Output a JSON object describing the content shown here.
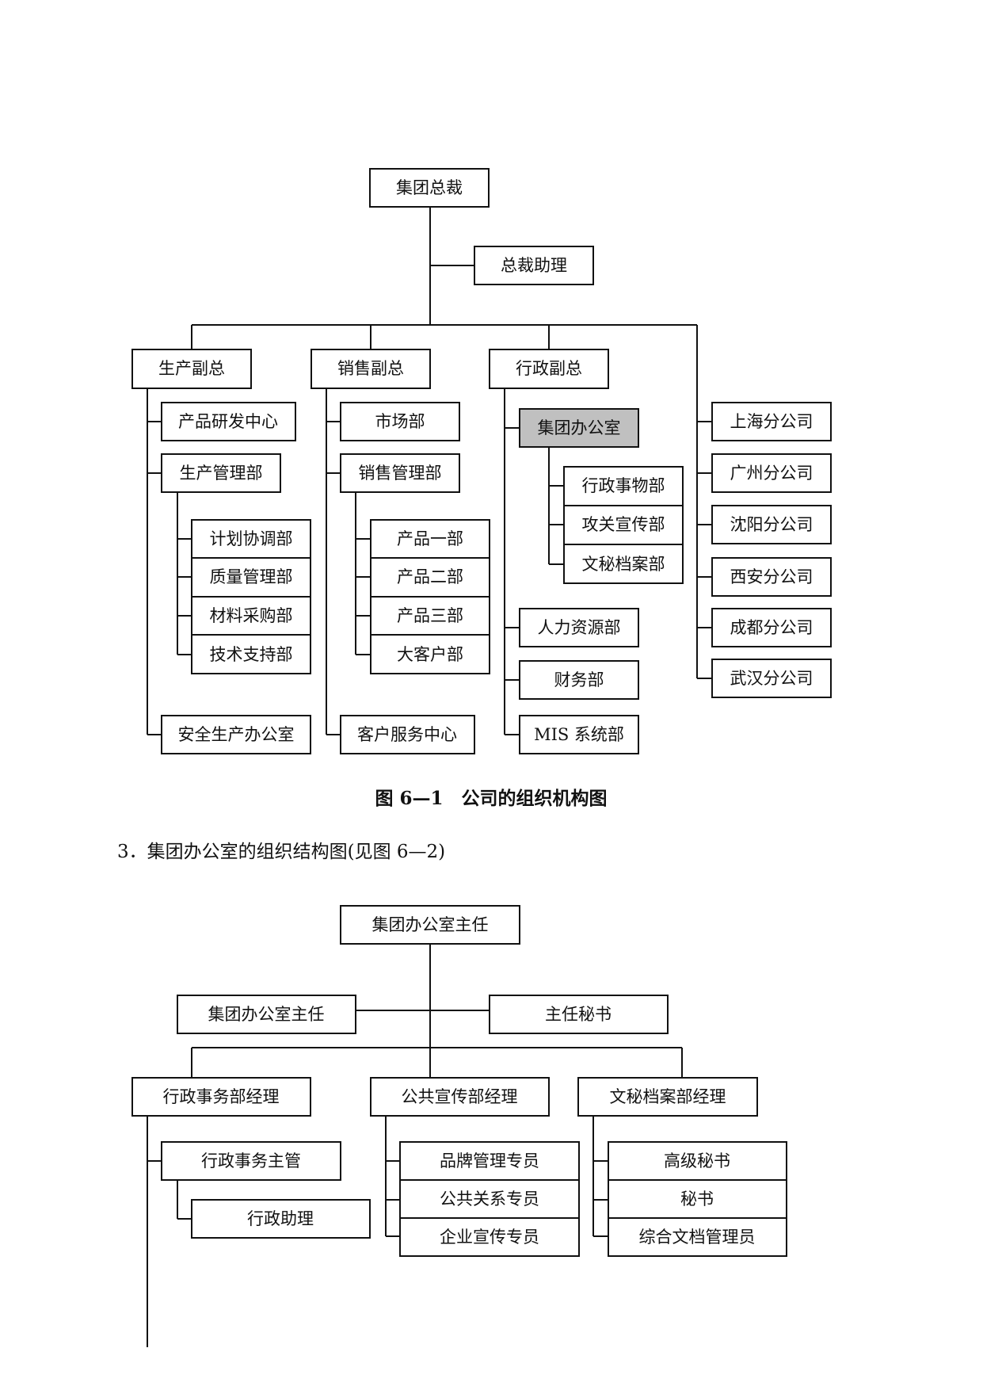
{
  "diagram1": {
    "root": "集团总裁",
    "assistant": "总裁助理",
    "production": {
      "head": "生产副总",
      "units": [
        "产品研发中心",
        "生产管理部",
        "安全生产办公室"
      ],
      "sub": [
        "计划协调部",
        "质量管理部",
        "材料采购部",
        "技术支持部"
      ]
    },
    "sales": {
      "head": "销售副总",
      "units": [
        "市场部",
        "销售管理部",
        "客户服务中心"
      ],
      "sub": [
        "产品一部",
        "产品二部",
        "产品三部",
        "大客户部"
      ]
    },
    "admin": {
      "head": "行政副总",
      "office": "集团办公室",
      "office_sub": [
        "行政事物部",
        "攻关宣传部",
        "文秘档案部"
      ],
      "units": [
        "人力资源部",
        "财务部",
        "MIS 系统部"
      ]
    },
    "branches": [
      "上海分公司",
      "广州分公司",
      "沈阳分公司",
      "西安分公司",
      "成都分公司",
      "武汉分公司"
    ],
    "highlight_color": "#c0c0c0"
  },
  "caption1": "图 6—1　公司的组织机构图",
  "paragraph": "3．集团办公室的组织结构图(见图 6—2)",
  "diagram2": {
    "root": "集团办公室主任",
    "left_deputy": "集团办公室主任",
    "right_deputy": "主任秘书",
    "managers": [
      "行政事务部经理",
      "公共宣传部经理",
      "文秘档案部经理"
    ],
    "admin_chain": [
      "行政事务主管",
      "行政助理"
    ],
    "publicity_staff": [
      "品牌管理专员",
      "公共关系专员",
      "企业宣传专员"
    ],
    "secretarial_staff": [
      "高级秘书",
      "秘书",
      "综合文档管理员"
    ]
  }
}
